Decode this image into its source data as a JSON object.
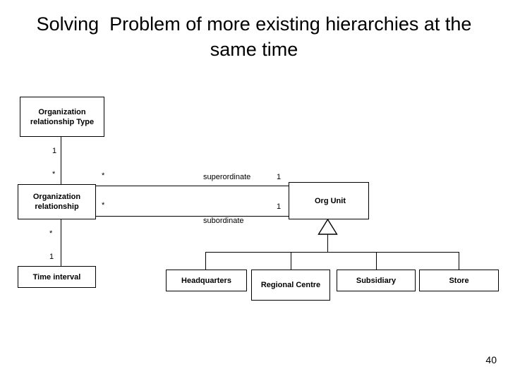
{
  "slide": {
    "title": "Solving  Problem of more existing hierarchies at the same time",
    "page_number": "40",
    "background_color": "#ffffff",
    "line_color": "#000000",
    "text_color": "#000000"
  },
  "boxes": {
    "org_relationship_type": {
      "label": "Organization relationship Type"
    },
    "org_relationship": {
      "label": "Organization relationship"
    },
    "time_interval": {
      "label": "Time interval"
    },
    "org_unit": {
      "label": "Org Unit"
    },
    "headquarters": {
      "label": "Headquarters"
    },
    "regional_centre": {
      "label": "Regional Centre"
    },
    "subsidiary": {
      "label": "Subsidiary"
    },
    "store": {
      "label": "Store"
    }
  },
  "associations": {
    "type_to_relationship": {
      "upper_multiplicity": "1",
      "lower_multiplicity": "*"
    },
    "relationship_to_timeinterval": {
      "upper_multiplicity": "*",
      "lower_multiplicity": "1"
    },
    "superordinate": {
      "role": "superordinate",
      "source_multiplicity": "*",
      "target_multiplicity": "1"
    },
    "subordinate": {
      "role": "subordinate",
      "source_multiplicity": "*",
      "target_multiplicity": "1"
    }
  }
}
